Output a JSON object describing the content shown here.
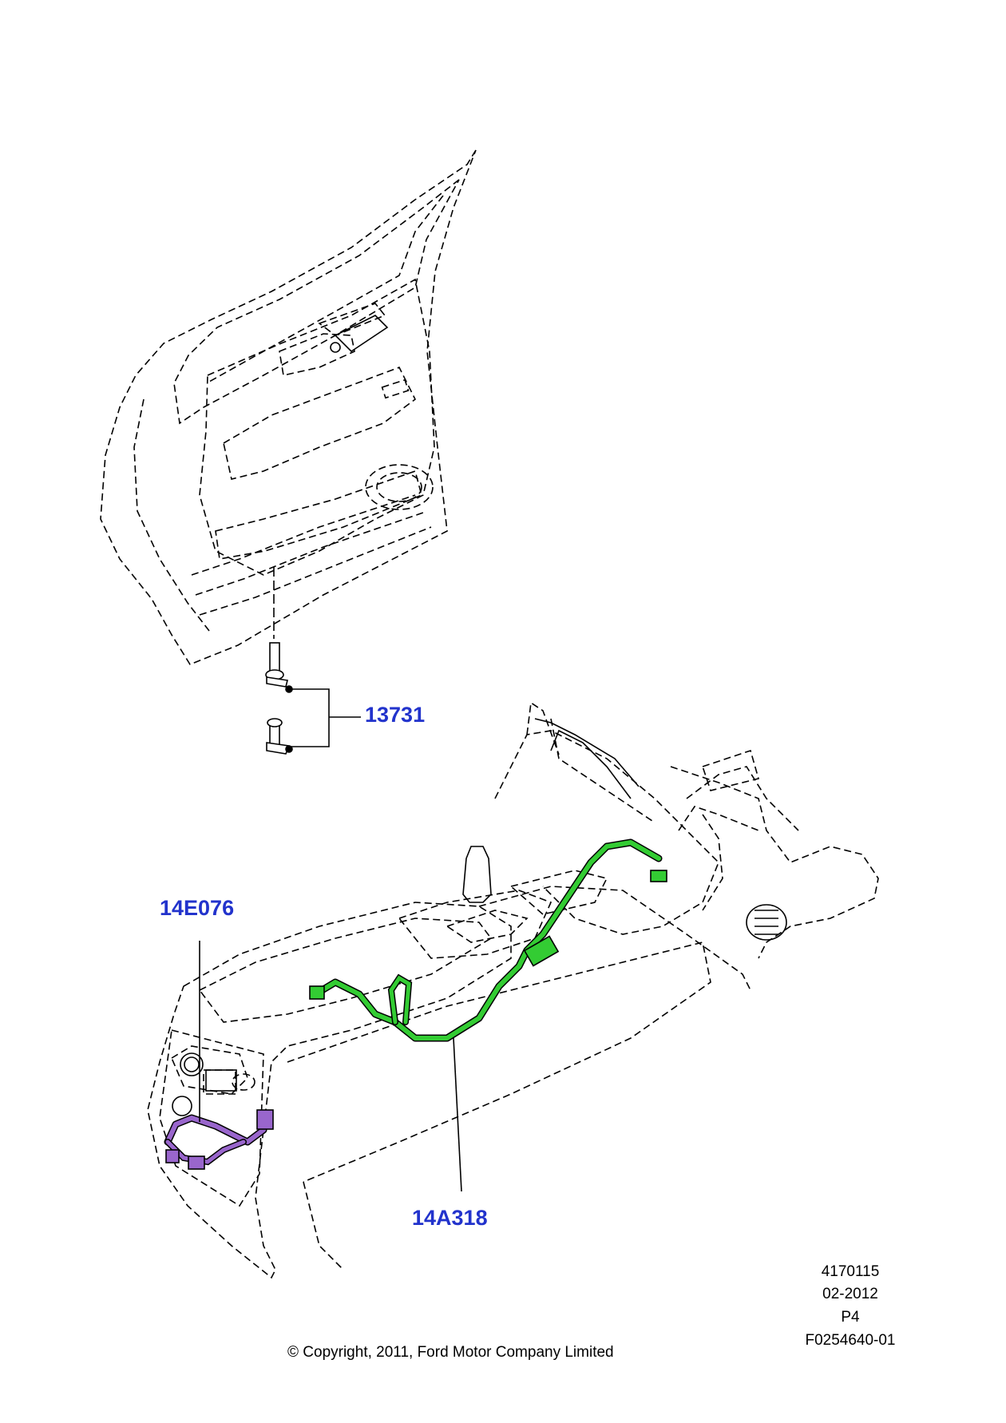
{
  "callouts": {
    "door_switch": "13731",
    "rear_harness": "14E076",
    "console_harness": "14A318"
  },
  "meta": {
    "illustration_number": "4170115",
    "date": "02-2012",
    "page": "P4",
    "figure_id": "F0254640-01"
  },
  "copyright": "© Copyright, 2011, Ford Motor Company Limited",
  "colors": {
    "callout_text": "#2233cc",
    "console_harness": "#33cc33",
    "rear_harness": "#9966cc",
    "line_art": "#000000"
  }
}
